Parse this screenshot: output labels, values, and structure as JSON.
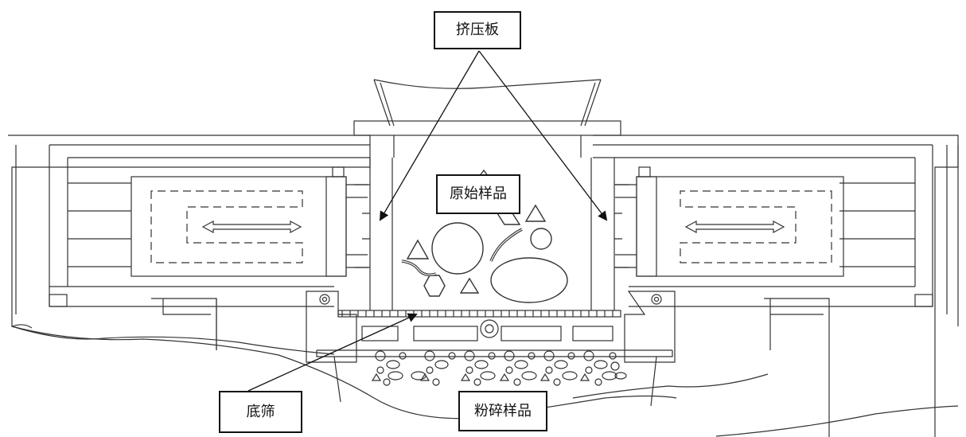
{
  "labels": {
    "press_plate": "挤压板",
    "raw_sample": "原始样品",
    "bottom_screen": "底筛",
    "crushed_sample": "粉碎样品"
  },
  "colors": {
    "line": "#222222",
    "label_border": "#111111",
    "background": "#ffffff"
  }
}
